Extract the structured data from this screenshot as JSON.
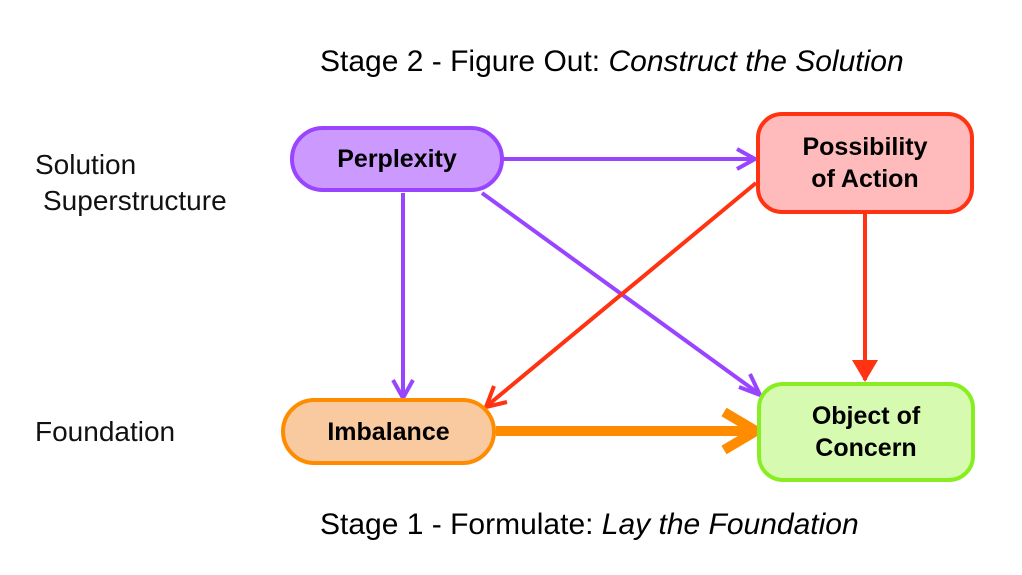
{
  "titles": {
    "top": {
      "prefix": "Stage 2 - Figure Out: ",
      "italic": "Construct the Solution"
    },
    "bottom": {
      "prefix": "Stage 1 - Formulate: ",
      "italic": "Lay the Foundation"
    }
  },
  "row_labels": {
    "upper_line1": "Solution",
    "upper_line2": "Superstructure",
    "lower": "Foundation"
  },
  "nodes": {
    "perplexity": {
      "label": "Perplexity",
      "fill": "#cc99ff",
      "border": "#9944ff"
    },
    "possibility": {
      "label_line1": "Possibility",
      "label_line2": "of Action",
      "fill": "#ffbbbb",
      "border": "#ff3311"
    },
    "imbalance": {
      "label": "Imbalance",
      "fill": "#f9c9a0",
      "border": "#ff8c00"
    },
    "object": {
      "label_line1": "Object of",
      "label_line2": "Concern",
      "fill": "#d6fbb0",
      "border": "#88ee22"
    }
  },
  "edges": [
    {
      "from": "perplexity",
      "to": "possibility",
      "color": "#9944ff"
    },
    {
      "from": "perplexity",
      "to": "imbalance",
      "color": "#9944ff"
    },
    {
      "from": "perplexity",
      "to": "object",
      "color": "#9944ff"
    },
    {
      "from": "possibility",
      "to": "imbalance",
      "color": "#ff3311"
    },
    {
      "from": "possibility",
      "to": "object",
      "color": "#ff3311"
    },
    {
      "from": "imbalance",
      "to": "object",
      "color": "#ff8c00",
      "emphasis": "thick"
    }
  ]
}
